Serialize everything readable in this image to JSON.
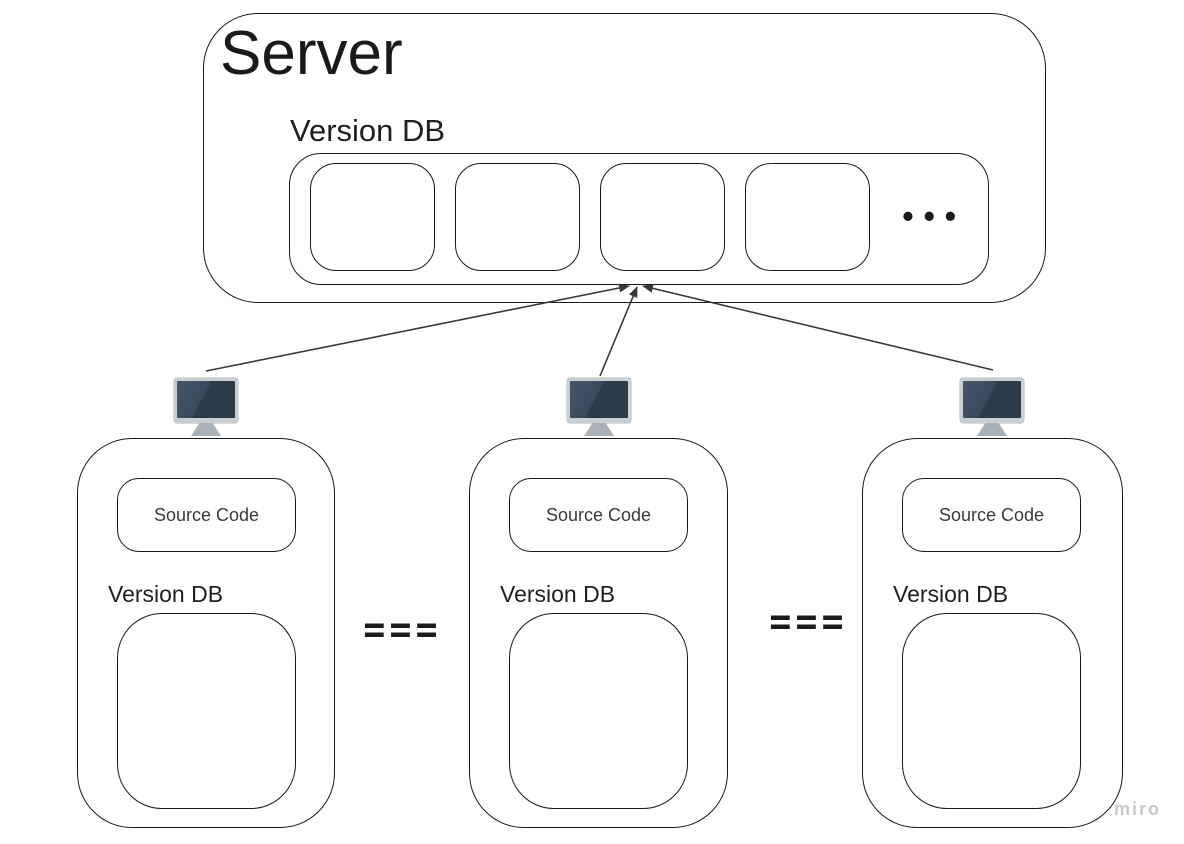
{
  "server": {
    "title": "Server",
    "version_db": {
      "label": "Version DB",
      "slot_count": 4,
      "ellipsis": "•••"
    }
  },
  "clients": [
    {
      "source_code_label": "Source Code",
      "version_db_label": "Version DB"
    },
    {
      "source_code_label": "Source Code",
      "version_db_label": "Version DB"
    },
    {
      "source_code_label": "Source Code",
      "version_db_label": "Version DB"
    }
  ],
  "separators": [
    {
      "symbol": "==="
    },
    {
      "symbol": "==="
    }
  ],
  "icons": {
    "client_machine": "desktop-monitor-icon"
  },
  "colors": {
    "shape_outline": "#1a1a1a",
    "arrow": "#383838",
    "monitor_frame": "#c9ced3",
    "monitor_screen": "#2c3b4a",
    "monitor_stand": "#a9b1b7",
    "watermark_text": "#c4c9ce"
  },
  "watermark": "miro"
}
